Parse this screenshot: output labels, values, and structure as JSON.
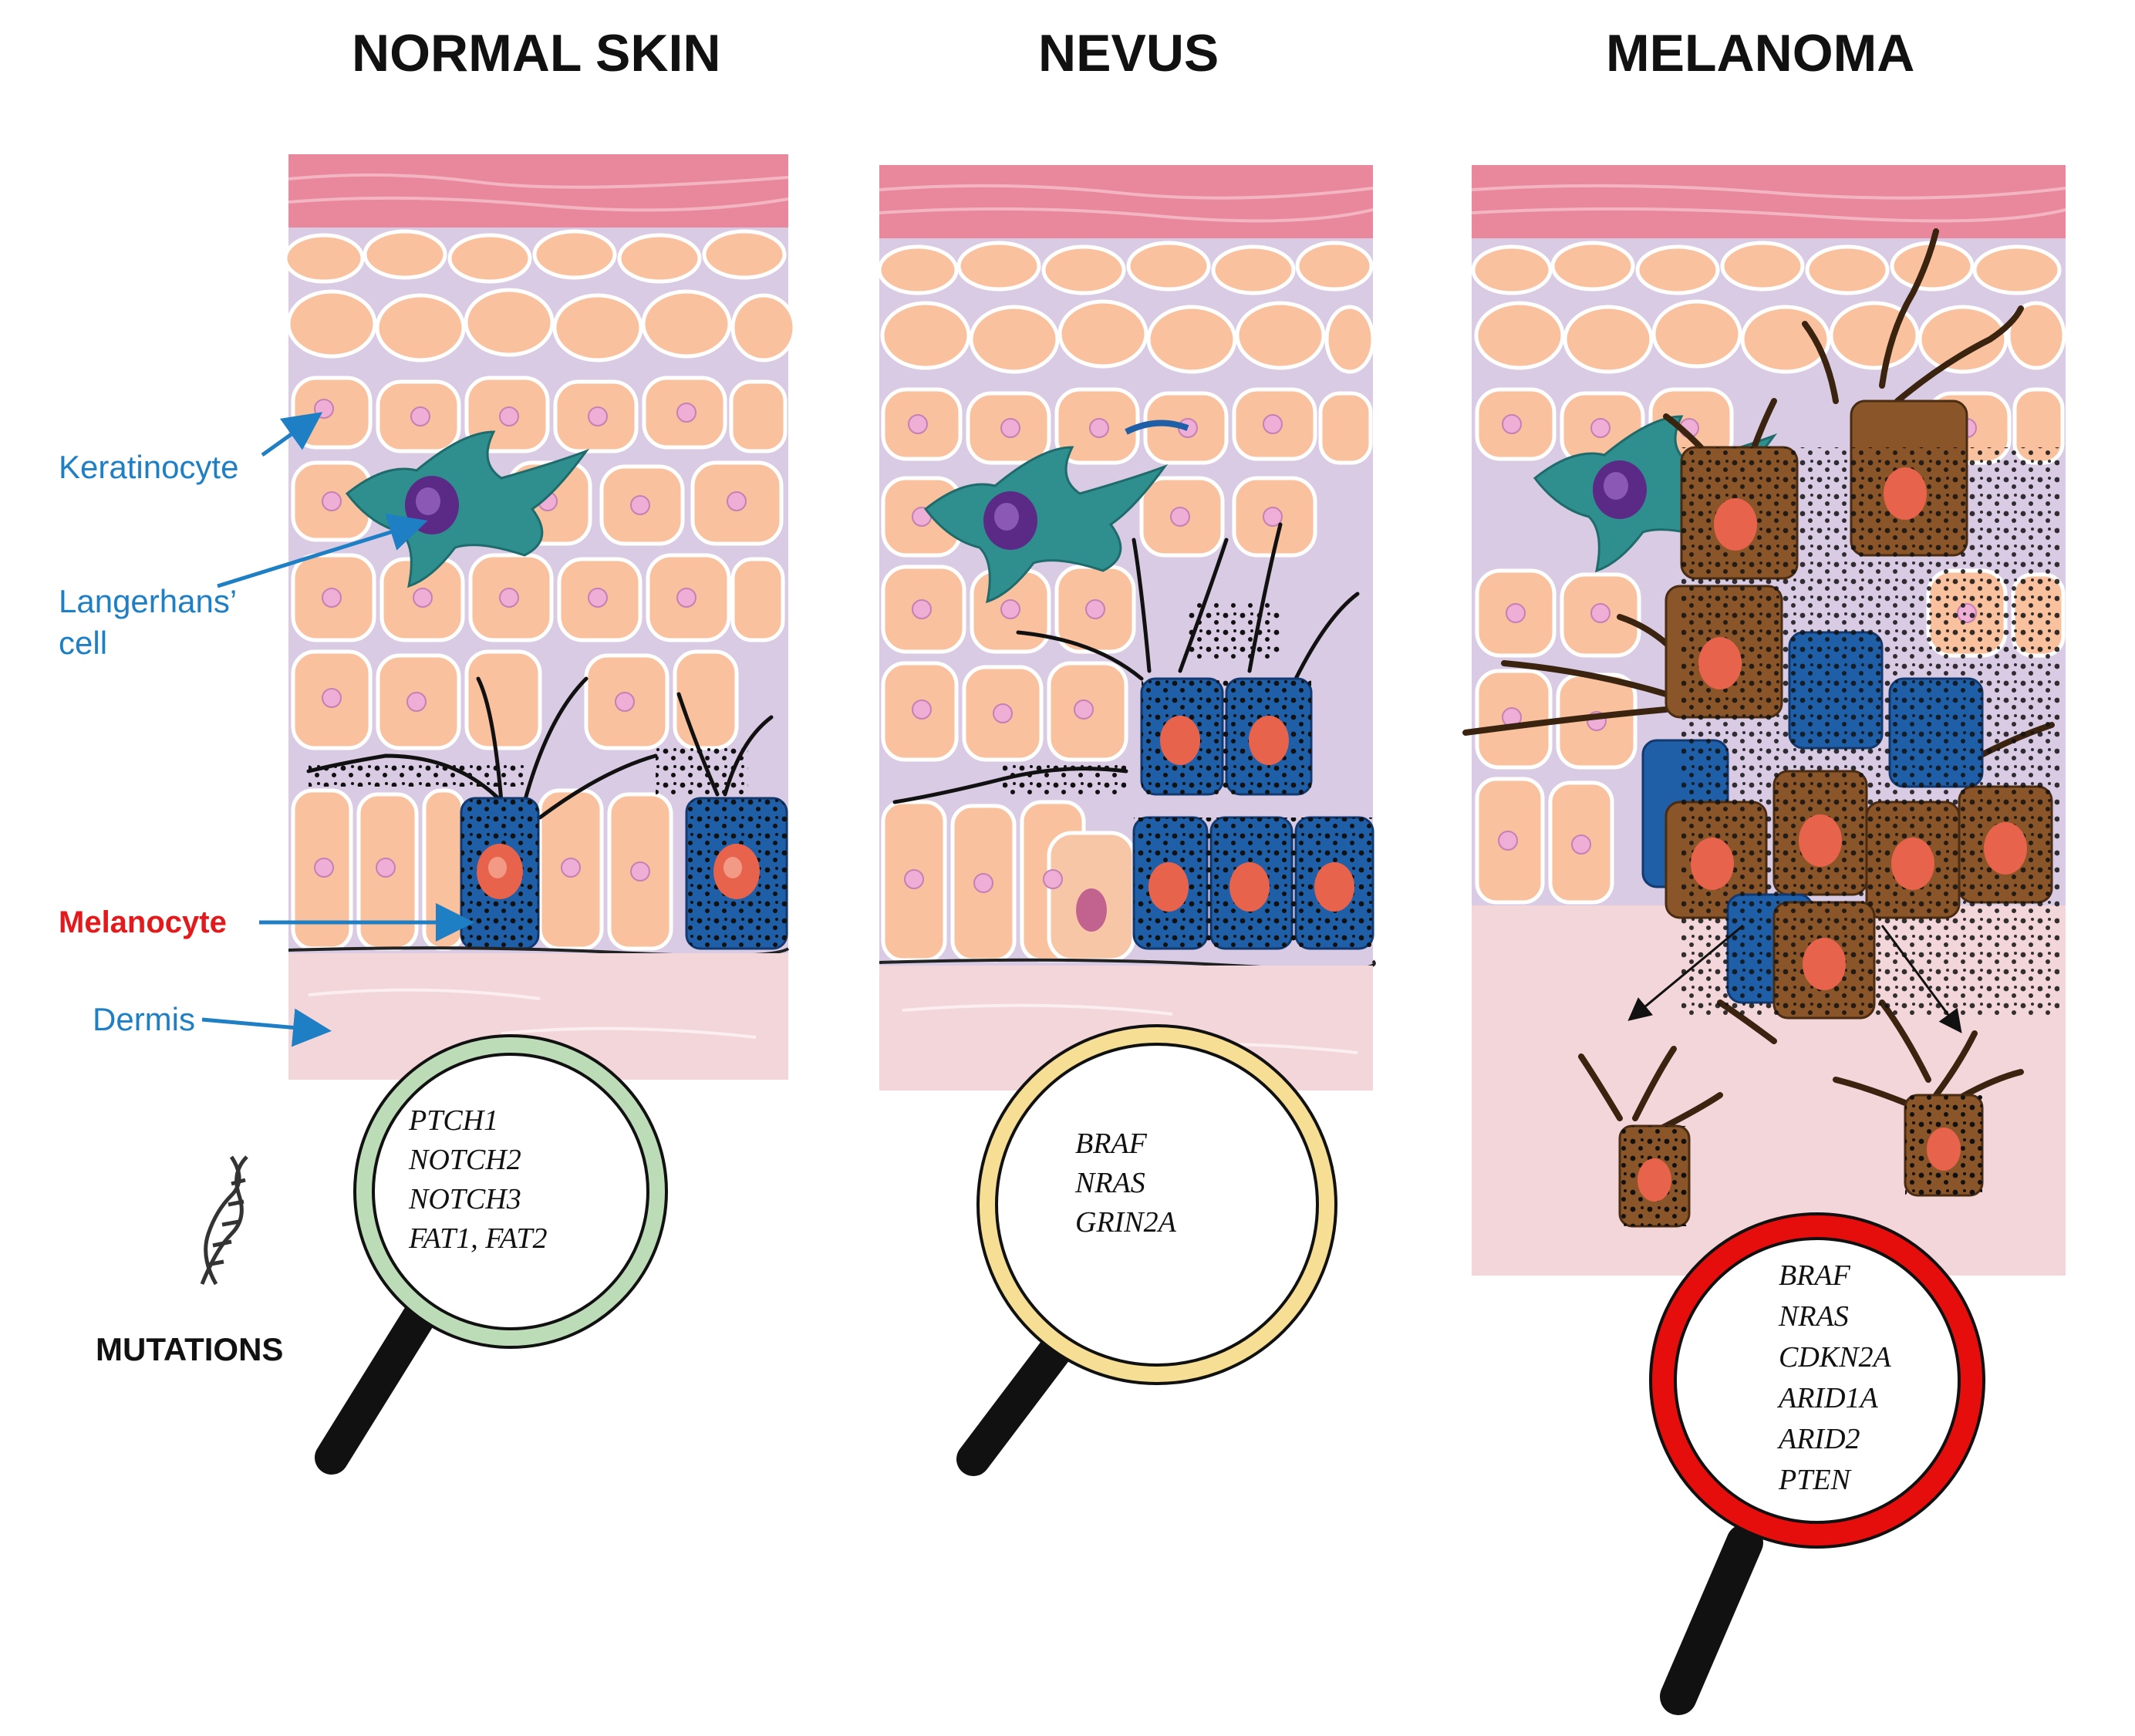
{
  "panels": [
    {
      "title": "NORMAL SKIN",
      "genes": [
        "PTCH1",
        "NOTCH2",
        "NOTCH3",
        "FAT1, FAT2"
      ],
      "ring_color": "#bcdcb8"
    },
    {
      "title": "NEVUS",
      "genes": [
        "BRAF",
        "NRAS",
        "GRIN2A"
      ],
      "ring_color": "#f6df94"
    },
    {
      "title": "MELANOMA",
      "genes": [
        "BRAF",
        "NRAS",
        "CDKN2A",
        "ARID1A",
        "ARID2",
        "PTEN"
      ],
      "ring_color": "#e60d0d"
    }
  ],
  "labels": {
    "keratinocyte": "Keratinocyte",
    "langerhans_line1": "Langerhans’",
    "langerhans_line2": "cell",
    "melanocyte": "Melanocyte",
    "dermis": "Dermis",
    "mutations": "MUTATIONS"
  },
  "colors": {
    "label_blue": "#1e7fc4",
    "label_red": "#e3191b",
    "keratinocyte": "#f9c19e",
    "langerhans": "#2f8e8e",
    "melanocyte_blue": "#1f5fa8",
    "melanoma_brown": "#8a5528",
    "dermis": "#f3d6da",
    "stratum_corneum": "#e9889c"
  },
  "icons": {
    "dna": "dna-helix-icon",
    "magnifier": "magnifying-glass-icon"
  }
}
